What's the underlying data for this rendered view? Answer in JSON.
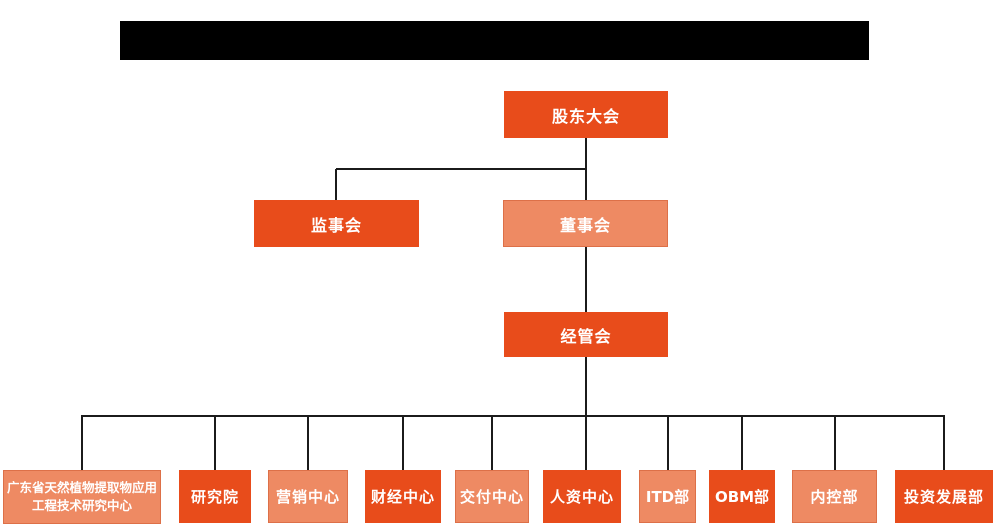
{
  "page": {
    "background": "#ffffff",
    "description": "Corporate organizational structure chart with redacted title"
  },
  "colors": {
    "node_dark": "#E84C1B",
    "node_light": "#EE8A63",
    "connector_line": "#1b1b1b",
    "redaction_bar": "#000000",
    "node_text": "#ffffff"
  },
  "org_chart": {
    "level1": [
      {
        "id": "shareholders-meeting",
        "label": "股东大会",
        "variant": "dark"
      }
    ],
    "level2": [
      {
        "id": "supervisory-board",
        "label": "监事会",
        "variant": "dark"
      },
      {
        "id": "board-of-directors",
        "label": "董事会",
        "variant": "light"
      }
    ],
    "level3": [
      {
        "id": "management-committee",
        "label": "经管会",
        "variant": "dark"
      }
    ],
    "level4": [
      {
        "id": "gd-natural-plant-extract-research-center",
        "label": "广东省天然植物提取物应用工程技术研究中心",
        "variant": "light"
      },
      {
        "id": "research-institute",
        "label": "研究院",
        "variant": "dark"
      },
      {
        "id": "marketing-center",
        "label": "营销中心",
        "variant": "light"
      },
      {
        "id": "finance-center",
        "label": "财经中心",
        "variant": "dark"
      },
      {
        "id": "delivery-center",
        "label": "交付中心",
        "variant": "light"
      },
      {
        "id": "hr-center",
        "label": "人资中心",
        "variant": "dark"
      },
      {
        "id": "itd-department",
        "label": "ITD部",
        "variant": "light"
      },
      {
        "id": "obm-department",
        "label": "OBM部",
        "variant": "dark"
      },
      {
        "id": "internal-control-department",
        "label": "内控部",
        "variant": "light"
      },
      {
        "id": "investment-development-department",
        "label": "投资发展部",
        "variant": "dark"
      }
    ]
  }
}
